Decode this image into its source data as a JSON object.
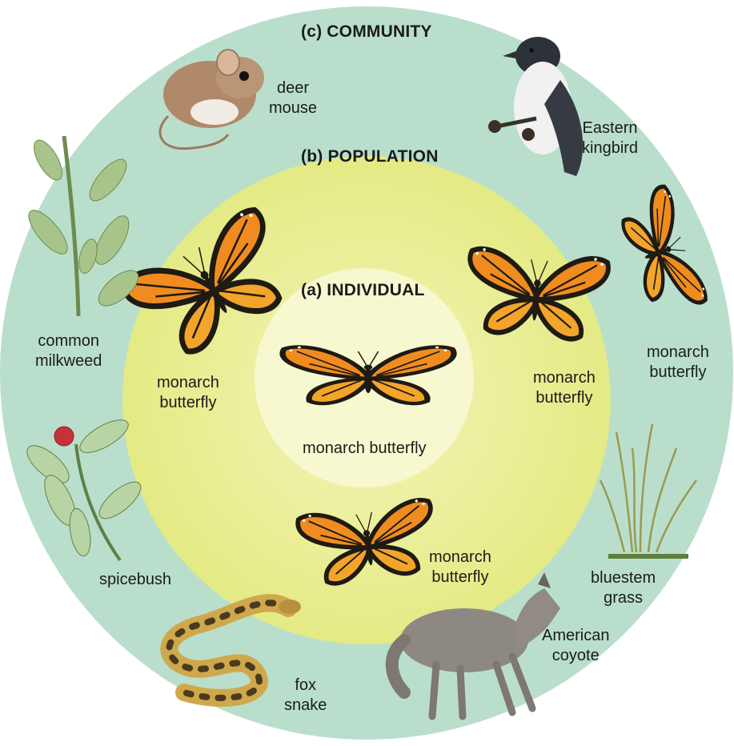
{
  "rings": {
    "community": "(c) COMMUNITY",
    "population": "(b) POPULATION",
    "individual": "(a) INDIVIDUAL"
  },
  "colors": {
    "community_ring": "#b9dfcc",
    "population_ring": "#e8ec8d",
    "individual_ring": "#f7f8cf",
    "butterfly_orange": "#f08c1f",
    "butterfly_yellow": "#f3c52a",
    "butterfly_black": "#1e1a14"
  },
  "labels": {
    "center_butterfly": "monarch butterfly",
    "pop_left": [
      "monarch",
      "butterfly"
    ],
    "pop_right": [
      "monarch",
      "butterfly"
    ],
    "pop_bottom": [
      "monarch",
      "butterfly"
    ],
    "comm_right_butterfly": [
      "monarch",
      "butterfly"
    ],
    "deer_mouse": [
      "deer",
      "mouse"
    ],
    "kingbird": [
      "Eastern",
      "kingbird"
    ],
    "milkweed": [
      "common",
      "milkweed"
    ],
    "spicebush": "spicebush",
    "snake": [
      "fox",
      "snake"
    ],
    "coyote": [
      "American",
      "coyote"
    ],
    "grass": [
      "bluestem",
      "grass"
    ]
  },
  "icons": [
    "butterfly-icon",
    "mouse-icon",
    "bird-icon",
    "milkweed-icon",
    "spicebush-icon",
    "snake-icon",
    "coyote-icon",
    "grass-icon"
  ]
}
